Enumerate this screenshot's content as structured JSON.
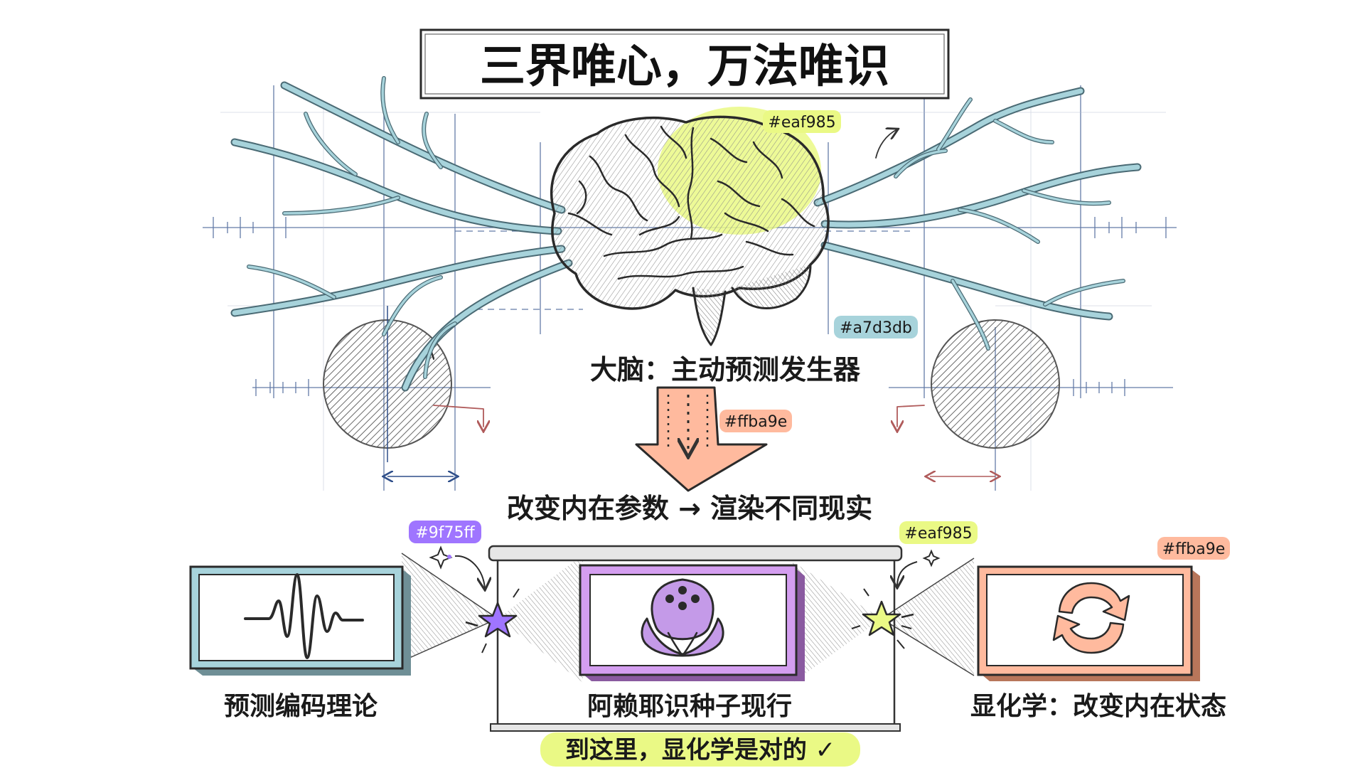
{
  "title": "三界唯心，万法唯识",
  "colors": {
    "yellow": "#eaf985",
    "blue": "#a7d3db",
    "salmon": "#ffba9e",
    "purple": "#9f75ff",
    "ink": "#2a2a2a",
    "grid": "#2f4f8a",
    "red_line": "#b05b5b"
  },
  "color_tags": {
    "brain_highlight": "#eaf985",
    "neurons": "#a7d3db",
    "arrow": "#ffba9e",
    "left_star": "#9f75ff",
    "right_star": "#eaf985",
    "right_panel": "#ffba9e"
  },
  "brain_caption": "大脑：主动预测发生器",
  "arrow_caption": "改变内在参数 → 渲染不同现实",
  "panels": {
    "left": {
      "label": "预测编码理论",
      "icon": "waveform-icon"
    },
    "center": {
      "label": "阿赖耶识种子现行",
      "icon": "lotus-seed-icon"
    },
    "right": {
      "label": "显化学：改变内在状态",
      "icon": "cycle-arrows-icon"
    }
  },
  "conclusion": "到这里，显化学是对的 ✓"
}
